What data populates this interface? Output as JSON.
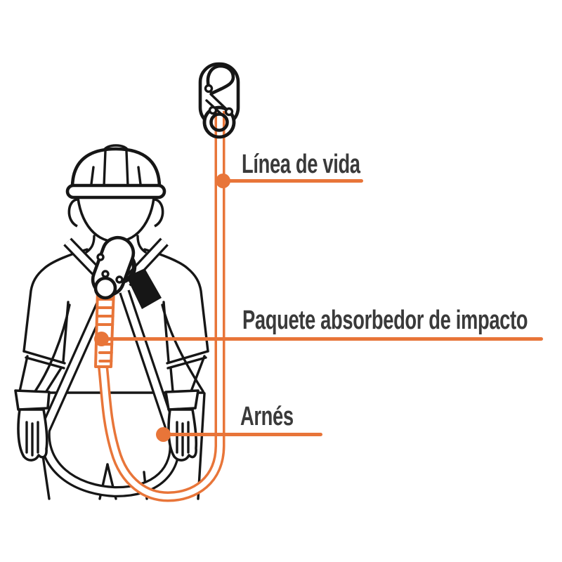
{
  "diagram": {
    "figure_alt": "Line drawing of a worker wearing a hard hat and full-body safety harness; an orange lanyard with shock absorber runs from the chest anchor, loops below the hips and rises to a large steel snap hook at the top",
    "callouts": [
      {
        "id": "linea-de-vida",
        "label": "Línea de vida"
      },
      {
        "id": "paquete-absorbedor",
        "label": "Paquete absorbedor de impacto"
      },
      {
        "id": "arnes",
        "label": "Arnés"
      }
    ],
    "icons": [
      "snap-hook-icon",
      "chest-anchor-hook-icon",
      "hard-hat-icon",
      "worker-figure",
      "harness-straps",
      "shock-absorber-pack",
      "lifeline-lanyard"
    ],
    "colors": {
      "accent_orange": "#E87539",
      "line_art": "#161616",
      "label_text": "#3A3A3A",
      "background": "#FFFFFF"
    }
  }
}
